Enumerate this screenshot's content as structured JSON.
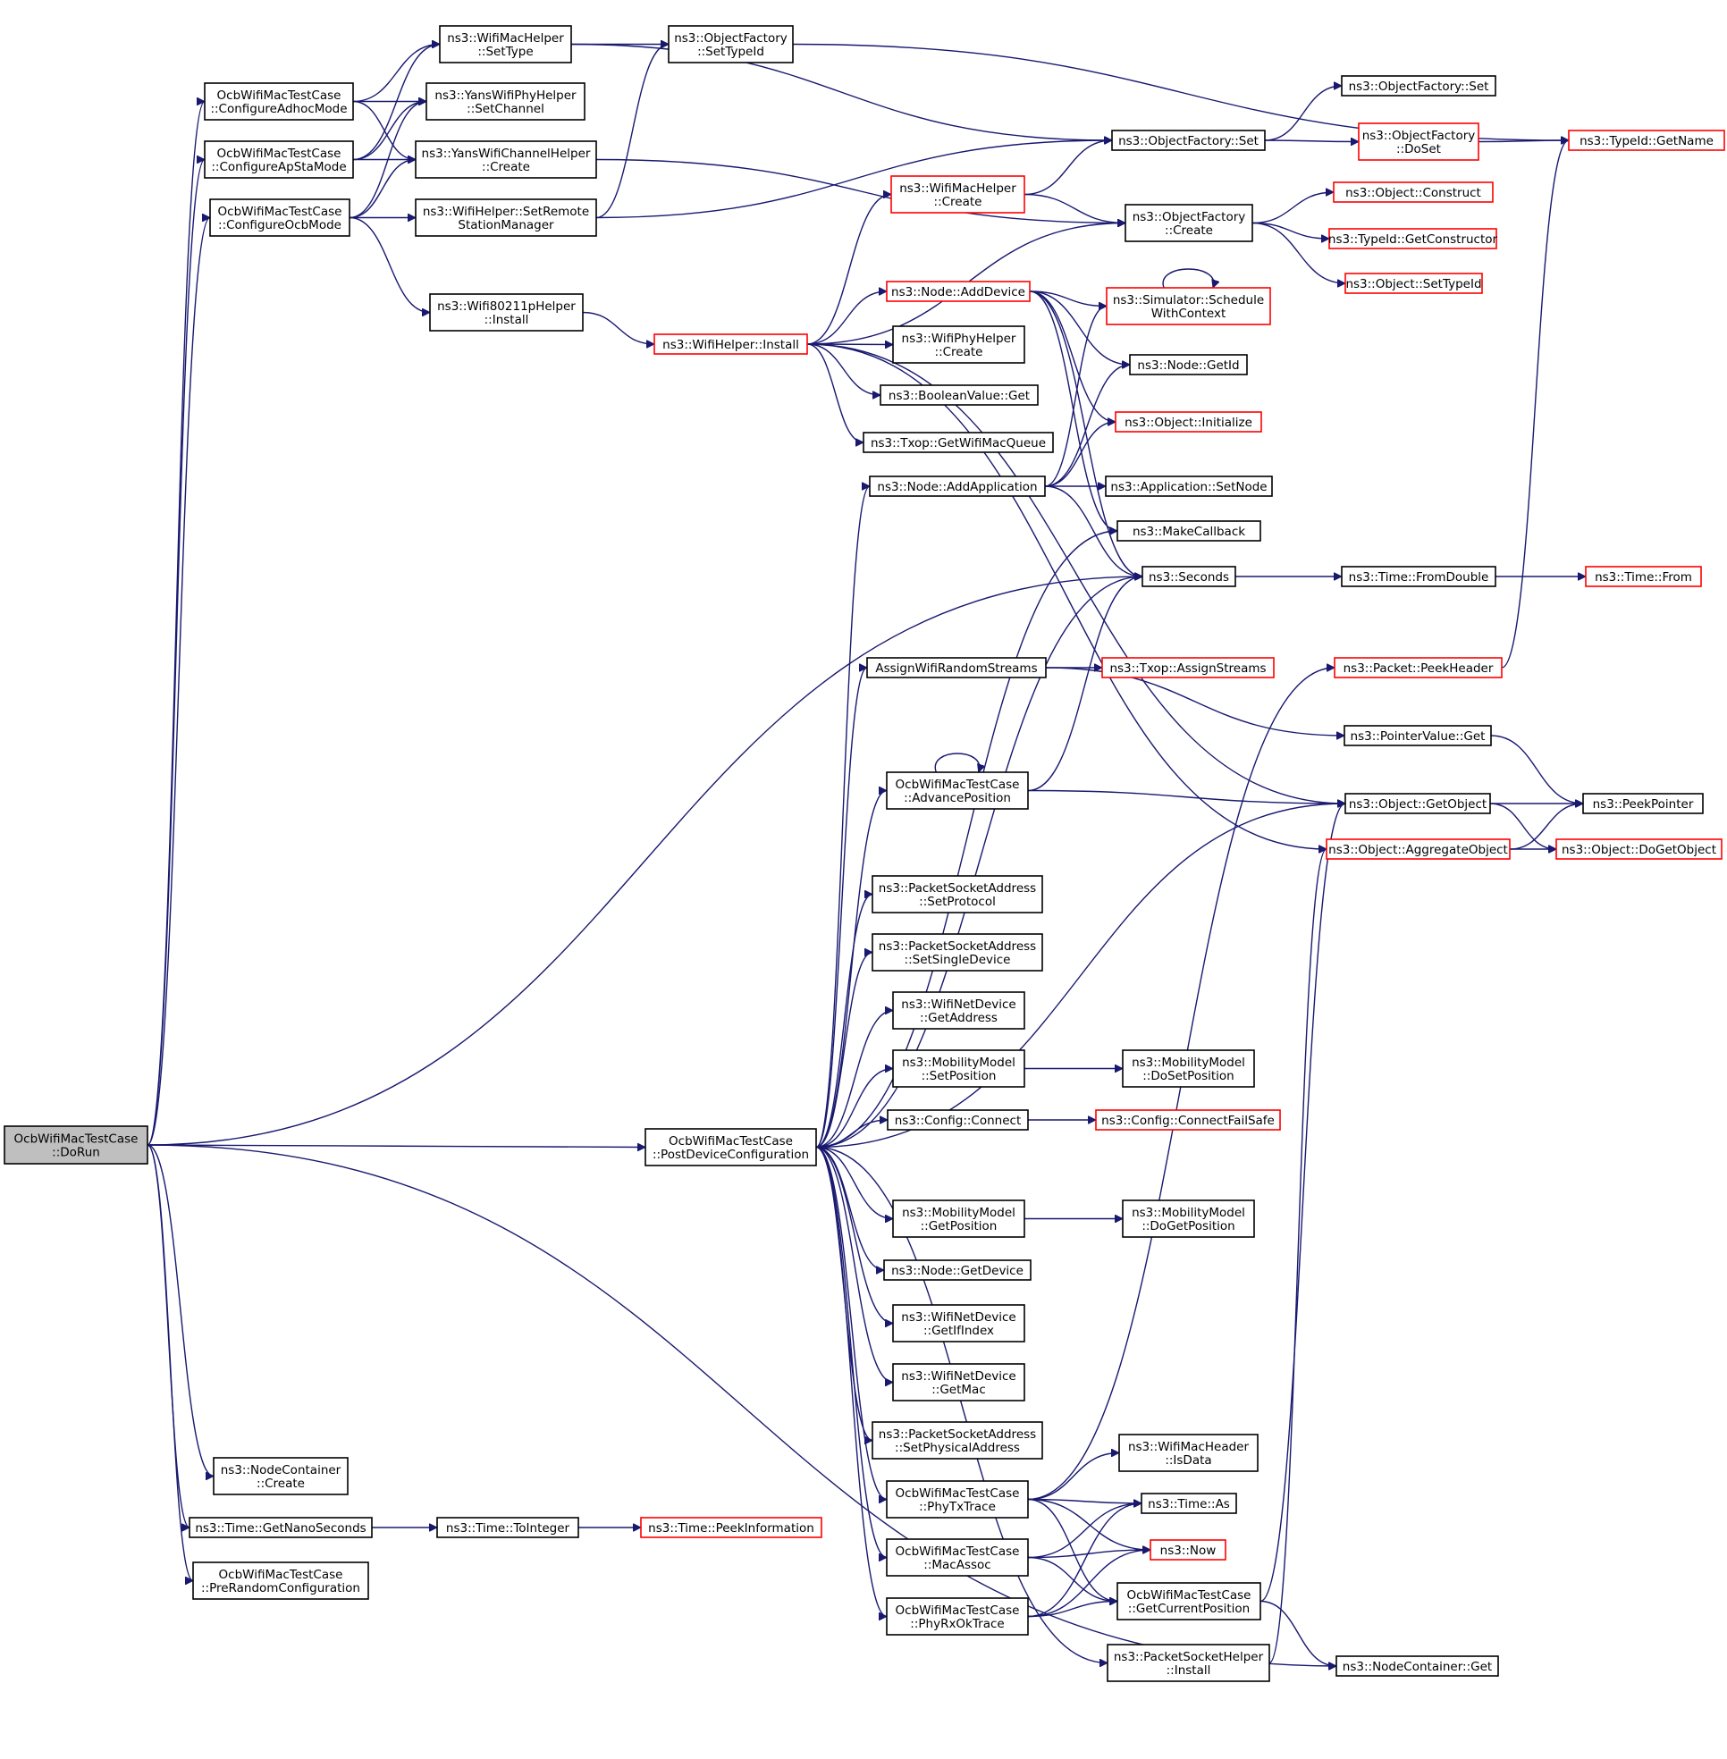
{
  "colors": {
    "edge": "#191970",
    "border_normal": "#000000",
    "border_truncated": "#ff0000",
    "fill_focus": "#bfbfbf",
    "fill_normal": "#ffffff"
  },
  "nodes": [
    {
      "id": "dorun",
      "lines": [
        "OcbWifiMacTestCase",
        "::DoRun"
      ],
      "style": "focus"
    },
    {
      "id": "cfg_adhoc",
      "lines": [
        "OcbWifiMacTestCase",
        "::ConfigureAdhocMode"
      ],
      "style": "normal"
    },
    {
      "id": "cfg_apsta",
      "lines": [
        "OcbWifiMacTestCase",
        "::ConfigureApStaMode"
      ],
      "style": "normal"
    },
    {
      "id": "cfg_ocb",
      "lines": [
        "OcbWifiMacTestCase",
        "::ConfigureOcbMode"
      ],
      "style": "normal"
    },
    {
      "id": "macsettype",
      "lines": [
        "ns3::WifiMacHelper",
        "::SetType"
      ],
      "style": "normal"
    },
    {
      "id": "yansphy",
      "lines": [
        "ns3::YansWifiPhyHelper",
        "::SetChannel"
      ],
      "style": "normal"
    },
    {
      "id": "yanschan",
      "lines": [
        "ns3::YansWifiChannelHelper",
        "::Create"
      ],
      "style": "normal"
    },
    {
      "id": "setremote",
      "lines": [
        "ns3::WifiHelper::SetRemote",
        "StationManager"
      ],
      "style": "normal"
    },
    {
      "id": "of_settypeid",
      "lines": [
        "ns3::ObjectFactory",
        "::SetTypeId"
      ],
      "style": "normal"
    },
    {
      "id": "wifi80211p",
      "lines": [
        "ns3::Wifi80211pHelper",
        "::Install"
      ],
      "style": "normal"
    },
    {
      "id": "wifihelper_install",
      "lines": [
        "ns3::WifiHelper::Install"
      ],
      "style": "truncated"
    },
    {
      "id": "machelper_create",
      "lines": [
        "ns3::WifiMacHelper",
        "::Create"
      ],
      "style": "truncated"
    },
    {
      "id": "node_adddevice",
      "lines": [
        "ns3::Node::AddDevice"
      ],
      "style": "truncated"
    },
    {
      "id": "phyhelper_create",
      "lines": [
        "ns3::WifiPhyHelper",
        "::Create"
      ],
      "style": "normal"
    },
    {
      "id": "boolget",
      "lines": [
        "ns3::BooleanValue::Get"
      ],
      "style": "normal"
    },
    {
      "id": "txop_getq",
      "lines": [
        "ns3::Txop::GetWifiMacQueue"
      ],
      "style": "normal"
    },
    {
      "id": "node_addapp",
      "lines": [
        "ns3::Node::AddApplication"
      ],
      "style": "normal"
    },
    {
      "id": "assignstreams",
      "lines": [
        "AssignWifiRandomStreams"
      ],
      "style": "normal"
    },
    {
      "id": "advancepos",
      "lines": [
        "OcbWifiMacTestCase",
        "::AdvancePosition"
      ],
      "style": "normal"
    },
    {
      "id": "psa_setprotocol",
      "lines": [
        "ns3::PacketSocketAddress",
        "::SetProtocol"
      ],
      "style": "normal"
    },
    {
      "id": "psa_setsingle",
      "lines": [
        "ns3::PacketSocketAddress",
        "::SetSingleDevice"
      ],
      "style": "normal"
    },
    {
      "id": "wnd_getaddress",
      "lines": [
        "ns3::WifiNetDevice",
        "::GetAddress"
      ],
      "style": "normal"
    },
    {
      "id": "mm_setposition",
      "lines": [
        "ns3::MobilityModel",
        "::SetPosition"
      ],
      "style": "normal"
    },
    {
      "id": "postdevcfg",
      "lines": [
        "OcbWifiMacTestCase",
        "::PostDeviceConfiguration"
      ],
      "style": "normal"
    },
    {
      "id": "config_connect",
      "lines": [
        "ns3::Config::Connect"
      ],
      "style": "normal"
    },
    {
      "id": "mm_getposition",
      "lines": [
        "ns3::MobilityModel",
        "::GetPosition"
      ],
      "style": "normal"
    },
    {
      "id": "node_getdevice",
      "lines": [
        "ns3::Node::GetDevice"
      ],
      "style": "normal"
    },
    {
      "id": "wnd_getifindex",
      "lines": [
        "ns3::WifiNetDevice",
        "::GetIfIndex"
      ],
      "style": "normal"
    },
    {
      "id": "wnd_getmac",
      "lines": [
        "ns3::WifiNetDevice",
        "::GetMac"
      ],
      "style": "normal"
    },
    {
      "id": "psa_setphys",
      "lines": [
        "ns3::PacketSocketAddress",
        "::SetPhysicalAddress"
      ],
      "style": "normal"
    },
    {
      "id": "phytxtrace",
      "lines": [
        "OcbWifiMacTestCase",
        "::PhyTxTrace"
      ],
      "style": "normal"
    },
    {
      "id": "macassoc",
      "lines": [
        "OcbWifiMacTestCase",
        "::MacAssoc"
      ],
      "style": "normal"
    },
    {
      "id": "phyrxok",
      "lines": [
        "OcbWifiMacTestCase",
        "::PhyRxOkTrace"
      ],
      "style": "normal"
    },
    {
      "id": "nc_create",
      "lines": [
        "ns3::NodeContainer",
        "::Create"
      ],
      "style": "normal"
    },
    {
      "id": "time_getnano",
      "lines": [
        "ns3::Time::GetNanoSeconds"
      ],
      "style": "normal"
    },
    {
      "id": "prerandom",
      "lines": [
        "OcbWifiMacTestCase",
        "::PreRandomConfiguration"
      ],
      "style": "normal"
    },
    {
      "id": "time_tointeger",
      "lines": [
        "ns3::Time::ToInteger"
      ],
      "style": "normal"
    },
    {
      "id": "time_peekinfo",
      "lines": [
        "ns3::Time::PeekInformation"
      ],
      "style": "truncated"
    },
    {
      "id": "of_set",
      "lines": [
        "ns3::ObjectFactory::Set"
      ],
      "style": "normal"
    },
    {
      "id": "of_create",
      "lines": [
        "ns3::ObjectFactory",
        "::Create"
      ],
      "style": "normal"
    },
    {
      "id": "sim_schedctx",
      "lines": [
        "ns3::Simulator::Schedule",
        "WithContext"
      ],
      "style": "truncated"
    },
    {
      "id": "node_getid",
      "lines": [
        "ns3::Node::GetId"
      ],
      "style": "normal"
    },
    {
      "id": "obj_initialize",
      "lines": [
        "ns3::Object::Initialize"
      ],
      "style": "truncated"
    },
    {
      "id": "app_setnode",
      "lines": [
        "ns3::Application::SetNode"
      ],
      "style": "normal"
    },
    {
      "id": "makecallback",
      "lines": [
        "ns3::MakeCallback"
      ],
      "style": "normal"
    },
    {
      "id": "seconds",
      "lines": [
        "ns3::Seconds"
      ],
      "style": "normal"
    },
    {
      "id": "txop_assign",
      "lines": [
        "ns3::Txop::AssignStreams"
      ],
      "style": "truncated"
    },
    {
      "id": "mm_dosetposition",
      "lines": [
        "ns3::MobilityModel",
        "::DoSetPosition"
      ],
      "style": "normal"
    },
    {
      "id": "config_failsafe",
      "lines": [
        "ns3::Config::ConnectFailSafe"
      ],
      "style": "truncated"
    },
    {
      "id": "mm_dogetposition",
      "lines": [
        "ns3::MobilityModel",
        "::DoGetPosition"
      ],
      "style": "normal"
    },
    {
      "id": "wmh_isdata",
      "lines": [
        "ns3::WifiMacHeader",
        "::IsData"
      ],
      "style": "normal"
    },
    {
      "id": "time_as",
      "lines": [
        "ns3::Time::As"
      ],
      "style": "normal"
    },
    {
      "id": "now",
      "lines": [
        "ns3::Now"
      ],
      "style": "truncated"
    },
    {
      "id": "getcurpos",
      "lines": [
        "OcbWifiMacTestCase",
        "::GetCurrentPosition"
      ],
      "style": "normal"
    },
    {
      "id": "psh_install",
      "lines": [
        "ns3::PacketSocketHelper",
        "::Install"
      ],
      "style": "normal"
    },
    {
      "id": "of_set2",
      "lines": [
        "ns3::ObjectFactory::Set"
      ],
      "style": "normal"
    },
    {
      "id": "of_doset",
      "lines": [
        "ns3::ObjectFactory",
        "::DoSet"
      ],
      "style": "truncated"
    },
    {
      "id": "obj_construct",
      "lines": [
        "ns3::Object::Construct"
      ],
      "style": "truncated"
    },
    {
      "id": "typeid_getctor",
      "lines": [
        "ns3::TypeId::GetConstructor"
      ],
      "style": "truncated"
    },
    {
      "id": "obj_settypeid",
      "lines": [
        "ns3::Object::SetTypeId"
      ],
      "style": "truncated"
    },
    {
      "id": "time_fromdouble",
      "lines": [
        "ns3::Time::FromDouble"
      ],
      "style": "normal"
    },
    {
      "id": "packet_peekheader",
      "lines": [
        "ns3::Packet::PeekHeader"
      ],
      "style": "truncated"
    },
    {
      "id": "pointer_get",
      "lines": [
        "ns3::PointerValue::Get"
      ],
      "style": "normal"
    },
    {
      "id": "obj_getobject",
      "lines": [
        "ns3::Object::GetObject"
      ],
      "style": "normal"
    },
    {
      "id": "obj_aggregate",
      "lines": [
        "ns3::Object::AggregateObject"
      ],
      "style": "truncated"
    },
    {
      "id": "nc_get",
      "lines": [
        "ns3::NodeContainer::Get"
      ],
      "style": "normal"
    },
    {
      "id": "typeid_getname",
      "lines": [
        "ns3::TypeId::GetName"
      ],
      "style": "truncated"
    },
    {
      "id": "time_from",
      "lines": [
        "ns3::Time::From"
      ],
      "style": "truncated"
    },
    {
      "id": "peekpointer",
      "lines": [
        "ns3::PeekPointer"
      ],
      "style": "normal"
    },
    {
      "id": "obj_dogetobject",
      "lines": [
        "ns3::Object::DoGetObject"
      ],
      "style": "truncated"
    }
  ],
  "edges": [
    [
      "dorun",
      "cfg_adhoc"
    ],
    [
      "dorun",
      "cfg_apsta"
    ],
    [
      "dorun",
      "cfg_ocb"
    ],
    [
      "dorun",
      "postdevcfg"
    ],
    [
      "dorun",
      "seconds"
    ],
    [
      "dorun",
      "nc_create"
    ],
    [
      "dorun",
      "time_getnano"
    ],
    [
      "dorun",
      "prerandom"
    ],
    [
      "dorun",
      "nc_get"
    ],
    [
      "cfg_adhoc",
      "macsettype"
    ],
    [
      "cfg_adhoc",
      "yansphy"
    ],
    [
      "cfg_adhoc",
      "yanschan"
    ],
    [
      "cfg_apsta",
      "macsettype"
    ],
    [
      "cfg_apsta",
      "yansphy"
    ],
    [
      "cfg_apsta",
      "yanschan"
    ],
    [
      "cfg_ocb",
      "yansphy"
    ],
    [
      "cfg_ocb",
      "yanschan"
    ],
    [
      "cfg_ocb",
      "setremote"
    ],
    [
      "cfg_ocb",
      "wifi80211p"
    ],
    [
      "macsettype",
      "of_settypeid"
    ],
    [
      "macsettype",
      "of_set"
    ],
    [
      "of_settypeid",
      "typeid_getname"
    ],
    [
      "yanschan",
      "of_create"
    ],
    [
      "setremote",
      "of_settypeid"
    ],
    [
      "setremote",
      "of_set"
    ],
    [
      "wifi80211p",
      "wifihelper_install"
    ],
    [
      "wifihelper_install",
      "machelper_create"
    ],
    [
      "wifihelper_install",
      "of_create"
    ],
    [
      "wifihelper_install",
      "node_adddevice"
    ],
    [
      "wifihelper_install",
      "phyhelper_create"
    ],
    [
      "wifihelper_install",
      "boolget"
    ],
    [
      "wifihelper_install",
      "txop_getq"
    ],
    [
      "wifihelper_install",
      "obj_getobject"
    ],
    [
      "wifihelper_install",
      "obj_aggregate"
    ],
    [
      "machelper_create",
      "of_set"
    ],
    [
      "machelper_create",
      "of_create"
    ],
    [
      "node_adddevice",
      "sim_schedctx"
    ],
    [
      "node_adddevice",
      "node_getid"
    ],
    [
      "node_adddevice",
      "obj_initialize"
    ],
    [
      "node_adddevice",
      "makecallback"
    ],
    [
      "node_adddevice",
      "seconds"
    ],
    [
      "node_addapp",
      "sim_schedctx"
    ],
    [
      "node_addapp",
      "node_getid"
    ],
    [
      "node_addapp",
      "obj_initialize"
    ],
    [
      "node_addapp",
      "app_setnode"
    ],
    [
      "node_addapp",
      "seconds"
    ],
    [
      "sim_schedctx",
      "sim_schedctx"
    ],
    [
      "of_set",
      "of_set2"
    ],
    [
      "of_set",
      "of_doset"
    ],
    [
      "of_doset",
      "typeid_getname"
    ],
    [
      "of_create",
      "obj_construct"
    ],
    [
      "of_create",
      "typeid_getctor"
    ],
    [
      "of_create",
      "obj_settypeid"
    ],
    [
      "seconds",
      "time_fromdouble"
    ],
    [
      "time_fromdouble",
      "time_from"
    ],
    [
      "assignstreams",
      "txop_assign"
    ],
    [
      "assignstreams",
      "pointer_get"
    ],
    [
      "advancepos",
      "advancepos"
    ],
    [
      "advancepos",
      "seconds"
    ],
    [
      "advancepos",
      "obj_getobject"
    ],
    [
      "postdevcfg",
      "node_addapp"
    ],
    [
      "postdevcfg",
      "makecallback"
    ],
    [
      "postdevcfg",
      "seconds"
    ],
    [
      "postdevcfg",
      "assignstreams"
    ],
    [
      "postdevcfg",
      "advancepos"
    ],
    [
      "postdevcfg",
      "psa_setprotocol"
    ],
    [
      "postdevcfg",
      "psa_setsingle"
    ],
    [
      "postdevcfg",
      "wnd_getaddress"
    ],
    [
      "postdevcfg",
      "mm_setposition"
    ],
    [
      "postdevcfg",
      "config_connect"
    ],
    [
      "postdevcfg",
      "obj_getobject"
    ],
    [
      "postdevcfg",
      "mm_getposition"
    ],
    [
      "postdevcfg",
      "node_getdevice"
    ],
    [
      "postdevcfg",
      "wnd_getifindex"
    ],
    [
      "postdevcfg",
      "wnd_getmac"
    ],
    [
      "postdevcfg",
      "psa_setphys"
    ],
    [
      "postdevcfg",
      "phytxtrace"
    ],
    [
      "postdevcfg",
      "macassoc"
    ],
    [
      "postdevcfg",
      "phyrxok"
    ],
    [
      "postdevcfg",
      "psh_install"
    ],
    [
      "mm_setposition",
      "mm_dosetposition"
    ],
    [
      "mm_getposition",
      "mm_dogetposition"
    ],
    [
      "config_connect",
      "config_failsafe"
    ],
    [
      "phytxtrace",
      "packet_peekheader"
    ],
    [
      "phytxtrace",
      "wmh_isdata"
    ],
    [
      "phytxtrace",
      "time_as"
    ],
    [
      "phytxtrace",
      "now"
    ],
    [
      "phytxtrace",
      "getcurpos"
    ],
    [
      "macassoc",
      "time_as"
    ],
    [
      "macassoc",
      "now"
    ],
    [
      "macassoc",
      "getcurpos"
    ],
    [
      "phyrxok",
      "time_as"
    ],
    [
      "phyrxok",
      "now"
    ],
    [
      "phyrxok",
      "getcurpos"
    ],
    [
      "getcurpos",
      "obj_getobject"
    ],
    [
      "getcurpos",
      "nc_get"
    ],
    [
      "psh_install",
      "obj_aggregate"
    ],
    [
      "time_getnano",
      "time_tointeger"
    ],
    [
      "time_tointeger",
      "time_peekinfo"
    ],
    [
      "packet_peekheader",
      "typeid_getname"
    ],
    [
      "pointer_get",
      "peekpointer"
    ],
    [
      "obj_getobject",
      "peekpointer"
    ],
    [
      "obj_getobject",
      "obj_dogetobject"
    ],
    [
      "obj_aggregate",
      "peekpointer"
    ],
    [
      "obj_aggregate",
      "obj_dogetobject"
    ]
  ]
}
